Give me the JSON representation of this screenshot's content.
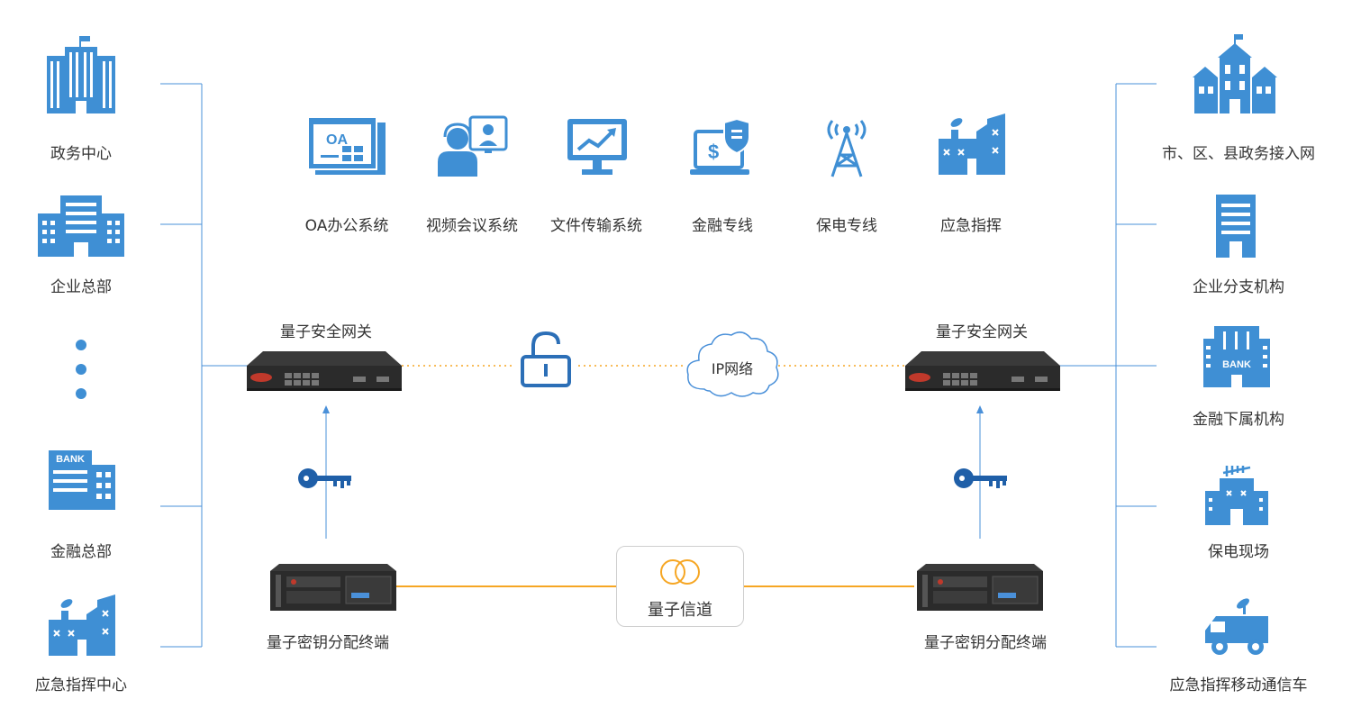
{
  "colors": {
    "icon_blue": "#3f8fd4",
    "line_blue": "#4a90d9",
    "quantum_orange": "#f6a623",
    "device_dark": "#2b2b2b"
  },
  "left_nodes": [
    {
      "label": "政务中心",
      "icon": "government-building-icon"
    },
    {
      "label": "企业总部",
      "icon": "office-building-icon"
    },
    {
      "label": "金融总部",
      "icon": "bank-icon"
    },
    {
      "label": "应急指挥中心",
      "icon": "emergency-center-icon"
    }
  ],
  "right_nodes": [
    {
      "label": "市、区、县政务接入网",
      "icon": "city-hall-icon"
    },
    {
      "label": "企业分支机构",
      "icon": "branch-building-icon"
    },
    {
      "label": "金融下属机构",
      "icon": "bank-branch-icon"
    },
    {
      "label": "保电现场",
      "icon": "power-site-icon"
    },
    {
      "label": "应急指挥移动通信车",
      "icon": "mobile-command-vehicle-icon"
    }
  ],
  "services": [
    {
      "label": "OA办公系统",
      "icon": "oa-icon",
      "icon_text": "OA"
    },
    {
      "label": "视频会议系统",
      "icon": "video-conference-icon"
    },
    {
      "label": "文件传输系统",
      "icon": "file-transfer-icon"
    },
    {
      "label": "金融专线",
      "icon": "finance-line-icon"
    },
    {
      "label": "保电专线",
      "icon": "power-line-icon"
    },
    {
      "label": "应急指挥",
      "icon": "emergency-command-icon"
    }
  ],
  "gateway_left": {
    "label": "量子安全网关"
  },
  "gateway_right": {
    "label": "量子安全网关"
  },
  "network": {
    "label": "IP网络"
  },
  "kdt_left": {
    "label": "量子密钥分配终端"
  },
  "kdt_right": {
    "label": "量子密钥分配终端"
  },
  "quantum_channel": {
    "label": "量子信道"
  },
  "bank_text": "BANK"
}
